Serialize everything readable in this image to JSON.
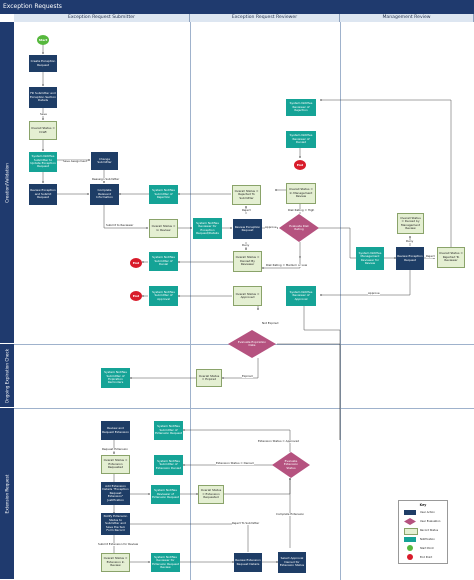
{
  "title": "Exception Requests",
  "lanes": [
    "Exception Request Submitter",
    "Exception Request Reviewer",
    "Management Review"
  ],
  "phases": [
    "Creation/Validation",
    "Ongoing Expiration Check",
    "Extension Request"
  ],
  "nodes": {
    "start": "Start",
    "create": "Create Exception Request",
    "fill": "Fill Submitter and Exception Section Details",
    "draft": "Overall Status = Draft",
    "notify_incomplete": "System Notifies Submitter to Update Exception Request",
    "change_submitter": "Change Submitter",
    "review_submit": "Review Exception and Submit Request",
    "complete_info": "Complete Relevant Information",
    "sys_rejection": "System Notifies Submitter of Rejection",
    "status_rejected": "Overall Status = Rejected To Submitter",
    "status_in_review": "Overall Status = In Review",
    "notify_reviewer": "System Notifies Reviewer for Exception Request/Details",
    "review_exception": "Review Exception Request",
    "risk_rating": "Evaluate Risk Rating",
    "sys_mgmt_review": "System Notifies Reviewer of Rejection",
    "sys_mgmt_denied": "System Notifies Reviewer of Denied",
    "end1": "End",
    "status_mgmt": "Overall Status = In Management Review",
    "mgmt_notify": "System Notifies Management Reviewer for Review",
    "review_mgmt": "Review Exception Request",
    "status_denied_mgmt": "Overall Status = Denied by Management Review",
    "status_rejected_reviewer": "Overall Status = Rejected To Reviewer",
    "sys_denied": "System Notifies Submitter of Denial",
    "status_denied": "Overall Status = Denied By Reviewer",
    "end2": "End",
    "sys_approved": "System Notifies Submitter of Approval",
    "status_approved": "Overall Status = Approved",
    "sys_reviewer_approved": "System Notifies Reviewer of Approval",
    "end3": "End",
    "eval_date": "Evaluate Expiration Date",
    "sys_expiration": "System Notifies Submitter of Expiration Reminders",
    "status_expired": "Overall Status = Expired",
    "review_ext": "Review and Request Extension",
    "sys_ext_sub": "System Notifies Submitter of Extension Request",
    "status_ext": "Overall Status = Extension Requested",
    "sys_ext_denied": "System Notifies Submitter of Extension Denied",
    "add_ext": "Add Extension Details \"Exception Request Extension\" Justification",
    "sys_ext_reviewer": "System Notifies Reviewer of Extension Request",
    "status_ext_req": "Overall Status = Extension Requested",
    "eval_ext": "Evaluate Extension Status",
    "notify_ext_status": "Notify Extension Status to Submitter and Save the Sub Form Record",
    "status_ext_review": "Overall Status = Extension In Review",
    "sys_ext_review": "System Notifies Reviewer for Extension Request Review",
    "review_ext_details": "Review Extension Request Details",
    "select_approve": "Select Approval Denied for Extension Status"
  },
  "labels": {
    "save": "Save",
    "save_assignment": "Save Assignment",
    "reassign": "Reassign Submitter",
    "submit": "Submit to Reviewer",
    "reject": "Reject",
    "approve": "Approve",
    "risk_high": "Risk Rating = High",
    "risk_low": "Risk Rating = Medium or Low",
    "deny": "Deny",
    "reject2": "Reject",
    "approve2": "Approve",
    "not_expired": "Not Expired",
    "expired": "Expired",
    "ext_approved": "Extension Status = Approved",
    "ext_denied": "Extension Status = Denied",
    "request_ext": "Request Extension",
    "submit_ext": "Submit Extension for Review",
    "reject_submitter": "Reject To Submitter",
    "complete_ext": "Complete Extension"
  },
  "legend": {
    "title": "Key",
    "items": [
      "User Action",
      "User Evaluation",
      "Record Status",
      "Notification",
      "Start Point",
      "End Point"
    ]
  },
  "colors": {
    "navy": "#1e3d66",
    "teal": "#15a396",
    "pale": "#e4efd2",
    "diamond": "#b5527f",
    "start": "#56b83d",
    "end": "#d81b2a",
    "header": "#1f3a6e"
  }
}
